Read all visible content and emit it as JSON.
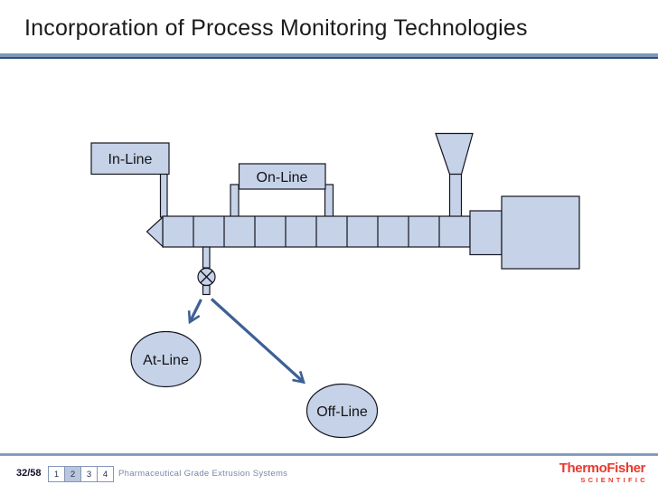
{
  "slide": {
    "title": "Incorporation of Process Monitoring Technologies"
  },
  "diagram": {
    "labels": {
      "in_line": "In-Line",
      "on_line": "On-Line",
      "at_line": "At-Line",
      "off_line": "Off-Line"
    },
    "colors": {
      "shape_fill": "#C5D2E8",
      "shape_stroke": "#15151F",
      "arrow": "#3D6096"
    }
  },
  "footer": {
    "page_indicator": "32/58",
    "nav_boxes": [
      {
        "label": "1",
        "active": false
      },
      {
        "label": "2",
        "active": true
      },
      {
        "label": "3",
        "active": false
      },
      {
        "label": "4",
        "active": false
      }
    ],
    "deck_title": "Pharmaceutical Grade Extrusion Systems",
    "logo": {
      "brand": "ThermoFisher",
      "sub": "SCIENTIFIC",
      "color": "#E8392D"
    }
  },
  "theme": {
    "accent_band": "#7E9ABA",
    "accent_band_edge": "#2F4F7C",
    "footer_text_color": "#7787AD"
  }
}
